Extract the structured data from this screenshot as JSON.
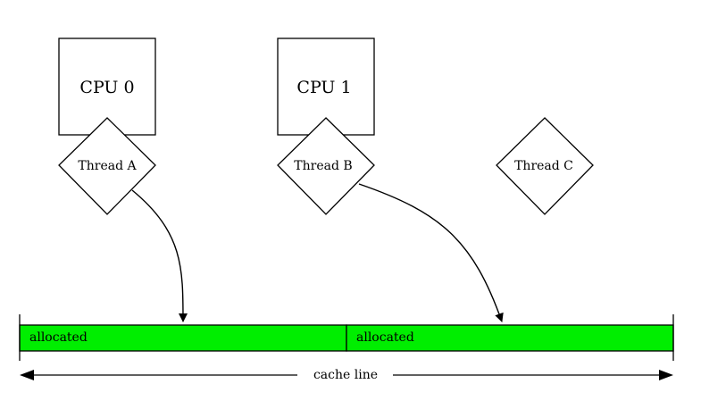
{
  "cpus": [
    {
      "label": "CPU 0"
    },
    {
      "label": "CPU 1"
    }
  ],
  "threads": [
    {
      "label": "Thread A"
    },
    {
      "label": "Thread B"
    },
    {
      "label": "Thread C"
    }
  ],
  "cache_line": {
    "label": "cache line",
    "segments": [
      {
        "label": "allocated"
      },
      {
        "label": "allocated"
      }
    ],
    "fill_color": "#00ee00"
  }
}
